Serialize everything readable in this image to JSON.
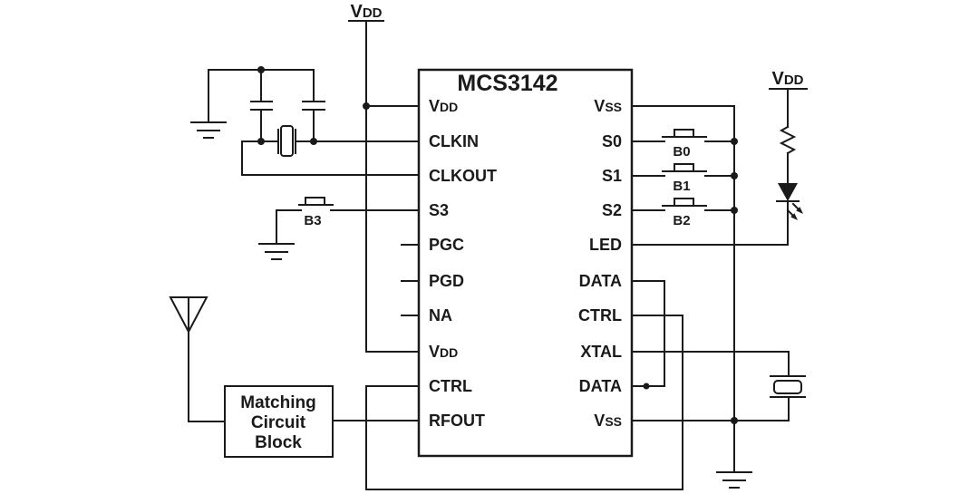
{
  "diagram": {
    "title": "MCS3142",
    "ic": {
      "left_pins": [
        {
          "label": "V",
          "sub": "DD"
        },
        {
          "label": "CLKIN"
        },
        {
          "label": "CLKOUT"
        },
        {
          "label": "S3"
        },
        {
          "label": "PGC"
        },
        {
          "label": "PGD"
        },
        {
          "label": "NA"
        },
        {
          "label": "V",
          "sub": "DD"
        },
        {
          "label": "CTRL"
        },
        {
          "label": "RFOUT"
        }
      ],
      "right_pins": [
        {
          "label": "V",
          "sub": "SS"
        },
        {
          "label": "S0"
        },
        {
          "label": "S1"
        },
        {
          "label": "S2"
        },
        {
          "label": "LED"
        },
        {
          "label": "DATA"
        },
        {
          "label": "CTRL"
        },
        {
          "label": "XTAL"
        },
        {
          "label": "DATA"
        },
        {
          "label": "V",
          "sub": "SS"
        }
      ]
    },
    "power_labels": {
      "top": {
        "main": "V",
        "sub": "DD"
      },
      "right": {
        "main": "V",
        "sub": "DD"
      }
    },
    "buttons": [
      {
        "label": "B0"
      },
      {
        "label": "B1"
      },
      {
        "label": "B2"
      },
      {
        "label": "B3"
      }
    ],
    "matching_block": {
      "lines": [
        "Matching",
        "Circuit",
        "Block"
      ]
    },
    "colors": {
      "line": "#1a1a1a",
      "background": "#ffffff"
    }
  }
}
